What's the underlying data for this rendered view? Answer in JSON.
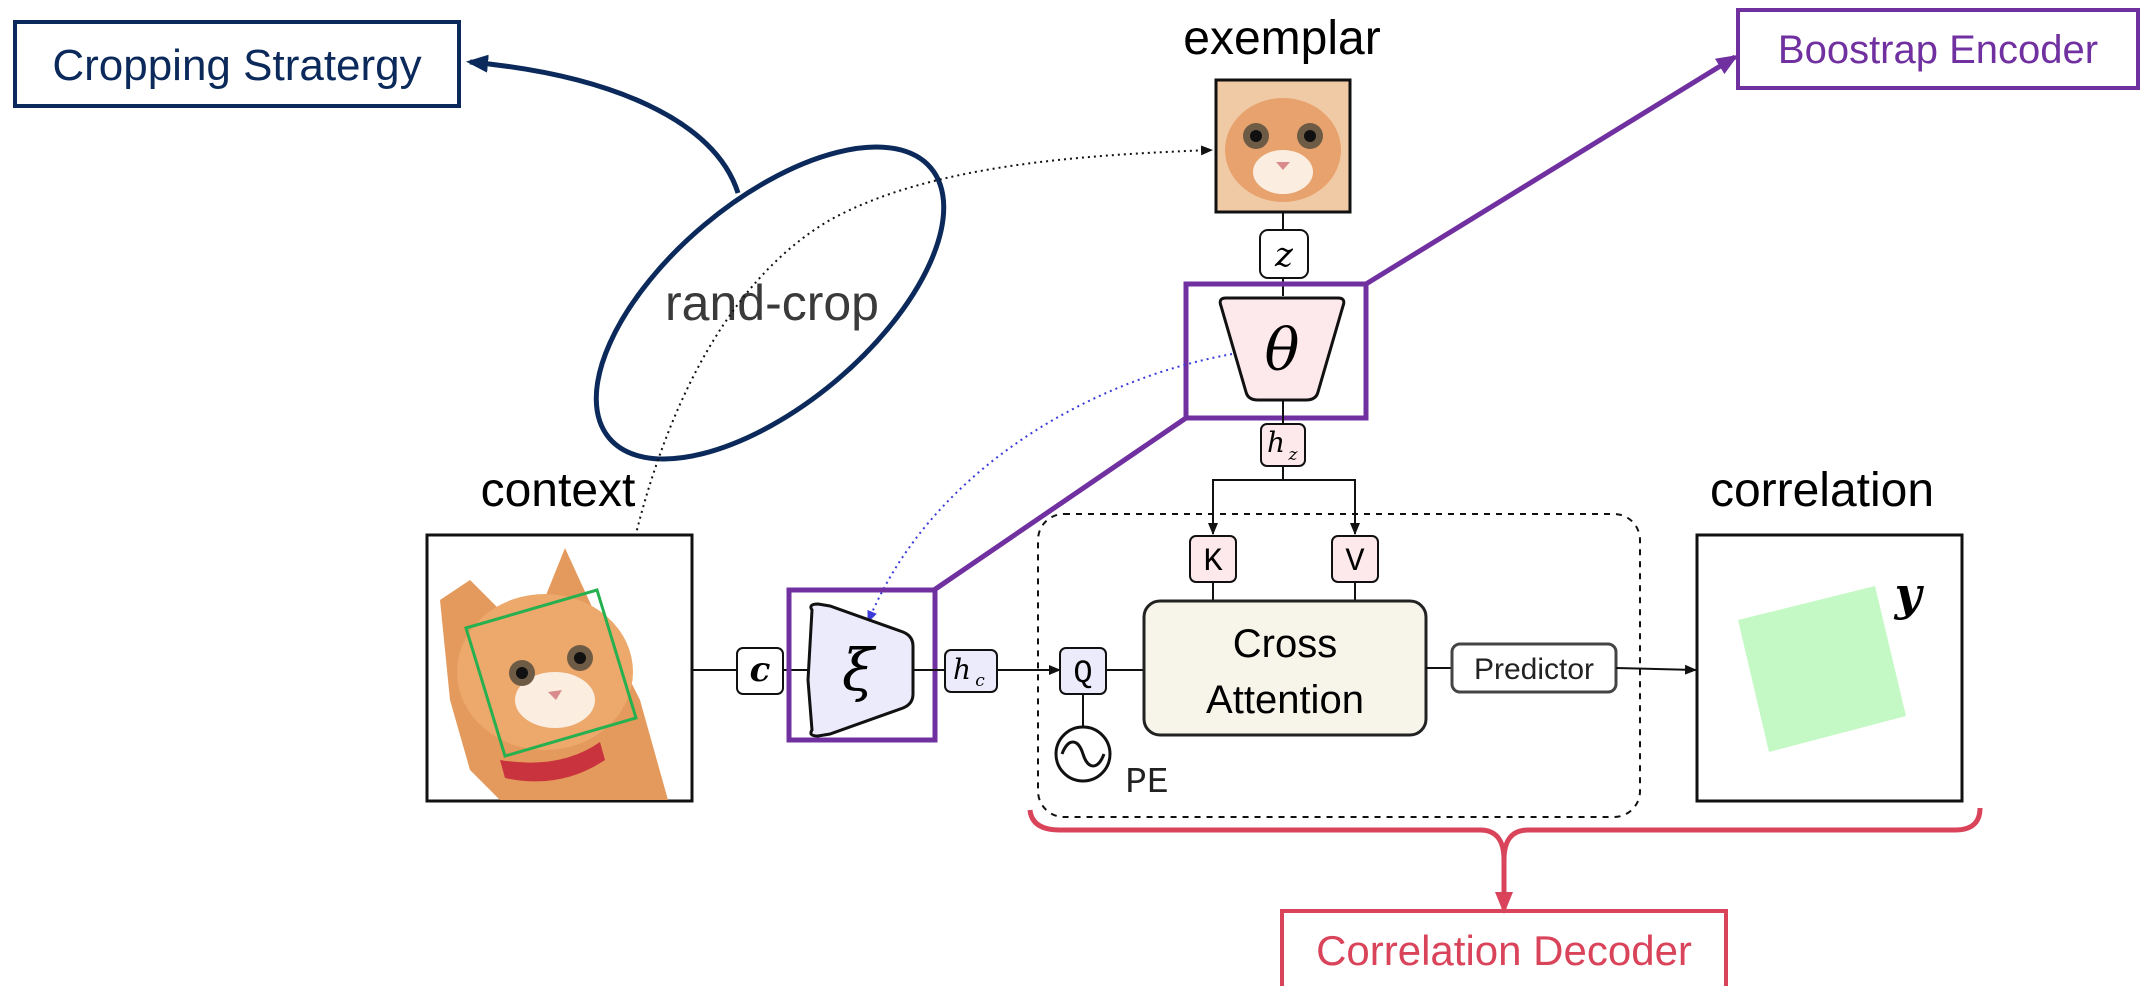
{
  "callouts": {
    "cropping_strategy": "Cropping Stratergy",
    "bootstrap_encoder": "Boostrap Encoder",
    "correlation_decoder": "Correlation Decoder"
  },
  "labels": {
    "exemplar": "exemplar",
    "context": "context",
    "correlation": "correlation",
    "rand_crop": "rand-crop"
  },
  "symbols": {
    "z": "z",
    "theta": "θ",
    "h": "h",
    "h_z_sub": "z",
    "h_c_sub": "c",
    "c": "c",
    "xi": "ξ",
    "y": "y",
    "k": "K",
    "v": "V",
    "q": "Q",
    "pe": "PE"
  },
  "blocks": {
    "cross_attention_line1": "Cross",
    "cross_attention_line2": "Attention",
    "predictor": "Predictor"
  },
  "colors": {
    "navy": "#0b2a5b",
    "purple": "#7030a0",
    "red": "#d9445a",
    "encoder_pink": "#fde9ec",
    "encoder_lavender": "#ecebfb",
    "attention_fill": "#f7f4ea",
    "crop_green": "#27b04f",
    "target_green": "#c4f8c4",
    "dotted_blue": "#3b3bdb"
  }
}
